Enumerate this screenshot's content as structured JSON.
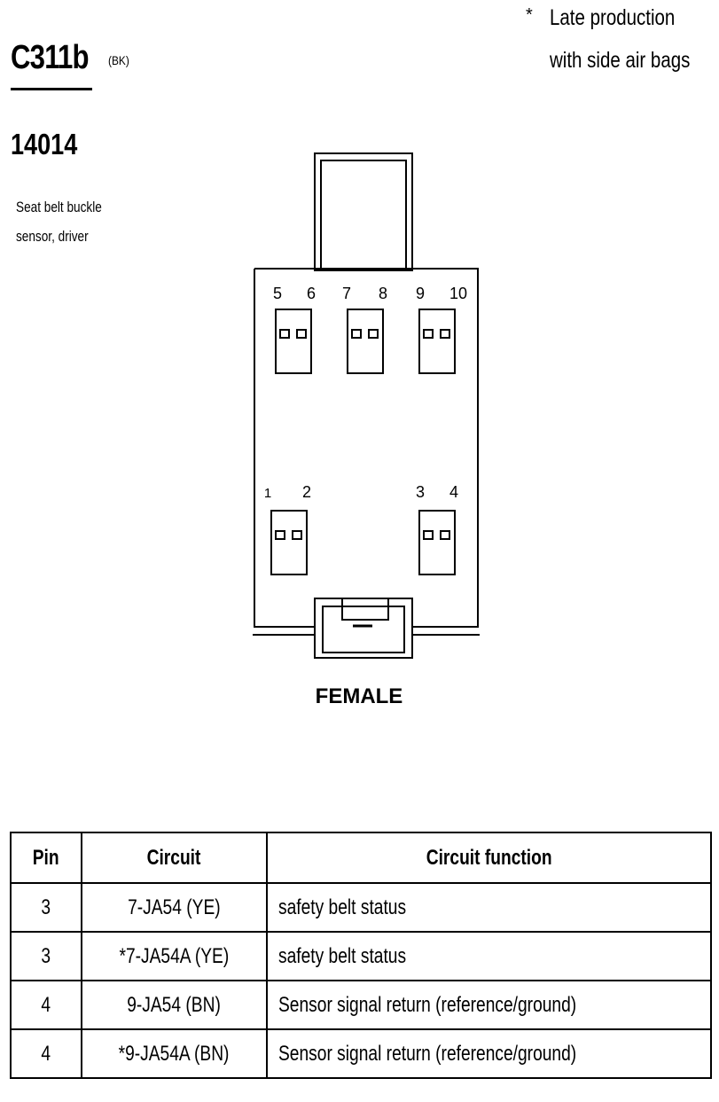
{
  "header": {
    "connector_id": "C311b",
    "connector_color": "(BK)",
    "part_number": "14014",
    "description_lines": [
      "Seat belt buckle",
      "sensor, driver"
    ]
  },
  "note": {
    "marker": "*",
    "lines": [
      "Late production",
      "with side air bags"
    ]
  },
  "diagram": {
    "view_label": "FEMALE",
    "pin_numbers_top": [
      "5",
      "6",
      "7",
      "8",
      "9",
      "10"
    ],
    "pin_numbers_bottom": [
      "1",
      "2",
      "3",
      "4"
    ]
  },
  "pin_table": {
    "headers": [
      "Pin",
      "Circuit",
      "Circuit function"
    ],
    "rows": [
      {
        "pin": "3",
        "circuit": "7-JA54 (YE)",
        "function": "safety belt status"
      },
      {
        "pin": "3",
        "circuit": "*7-JA54A (YE)",
        "function": "safety belt status"
      },
      {
        "pin": "4",
        "circuit": "9-JA54 (BN)",
        "function": "Sensor signal return (reference/ground)"
      },
      {
        "pin": "4",
        "circuit": "*9-JA54A (BN)",
        "function": "Sensor signal return (reference/ground)"
      }
    ]
  }
}
